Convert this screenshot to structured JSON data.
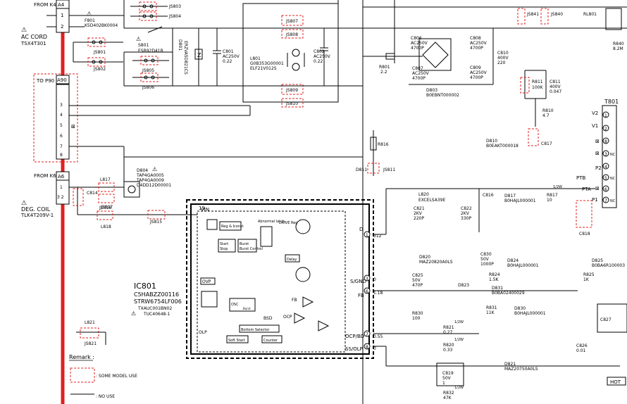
{
  "connectors": {
    "k4_from": "FROM K4",
    "a4": "A4",
    "p90_to": "TO P90",
    "a90": "A90",
    "k6_from": "FROM K6",
    "a6": "A6"
  },
  "ac_cord": {
    "name": "AC CORD",
    "part": "TSX4T301"
  },
  "deg_coil": {
    "name": "DEG. COIL",
    "part": "TLK4T209V-1"
  },
  "f801": {
    "ref": "F801",
    "part": "K5D402BK0004"
  },
  "s801": {
    "ref": "S801",
    "part": "ESB92D41B"
  },
  "d801": {
    "ref": "D801",
    "part": "ERZVA5D821CS"
  },
  "c801": {
    "ref": "C801",
    "v": "AC250V",
    "val": "0.22"
  },
  "l801": {
    "ref": "L801",
    "p1": "G0B353G00001",
    "p2": "ELF21V012S"
  },
  "c802": {
    "ref": "C802",
    "v": "AC250V",
    "val": "0.22"
  },
  "jumpers": {
    "js803": "JS803",
    "js804": "JS804",
    "js801": "JS801",
    "js802": "JS802",
    "js805": "JS805",
    "js806": "JS806",
    "js807": "JS807",
    "js808": "JS808",
    "js809": "JS809",
    "js810": "JS810",
    "js811": "JS811",
    "js817": "JS817",
    "js818": "JS818",
    "js815": "JS815",
    "js821": "JS821",
    "js840": "JS840",
    "js841": "JS841"
  },
  "coils": {
    "l817": "L817",
    "l818": "L818",
    "l821": "L821",
    "l820": "L820"
  },
  "c814": "C814",
  "d804": {
    "ref": "D804",
    "p1": "TAP4GA0005",
    "p2": "TAP4GA0009",
    "p3": "D4DD12D00001"
  },
  "c806": {
    "ref": "C806",
    "v": "AC250V",
    "val": "4700P"
  },
  "c807": {
    "ref": "C807",
    "v": "AC250V",
    "val": "4700P"
  },
  "c808": {
    "ref": "C808",
    "v": "AC250V",
    "val": "4700P"
  },
  "c809": {
    "ref": "C809",
    "v": "AC250V",
    "val": "4700P"
  },
  "r801": {
    "ref": "R801",
    "val": "2.2"
  },
  "d803": {
    "ref": "D803",
    "part": "B0EBNT000002"
  },
  "c810": {
    "ref": "C810",
    "v": "400V",
    "val": "220"
  },
  "r811": {
    "ref": "R811",
    "val": "100K"
  },
  "c811": {
    "ref": "C811",
    "v": "400V",
    "val": "0.047"
  },
  "r810": {
    "ref": "R810",
    "val": "4.7"
  },
  "d810": {
    "ref": "D810",
    "part": "B0EAKT000018"
  },
  "c817": "C817",
  "r816": "R816",
  "d811": "D811",
  "rl801": "RL801",
  "r840": {
    "ref": "R840",
    "val": "8.2M"
  },
  "t801": {
    "ref": "T801",
    "pins": [
      "1",
      "2",
      "3",
      "4",
      "5",
      "6",
      "7",
      "8",
      "9"
    ],
    "left_labels": [
      "V2",
      "V1",
      "P2",
      "PTB",
      "PTA",
      "P1"
    ],
    "nc": "NC"
  },
  "d817": {
    "ref": "D817",
    "part": "B0HAJL000001"
  },
  "r817": {
    "ref": "R817",
    "w": "1/2W",
    "val": "10"
  },
  "c816": "C816",
  "c818": "C818",
  "l820_part": "EXCELSA39E",
  "c821": {
    "ref": "C821",
    "v": "2KV",
    "val": "220P"
  },
  "c822": {
    "ref": "C822",
    "v": "2KV",
    "val": "330P"
  },
  "d820": {
    "ref": "D820",
    "part": "MAZ20820A0LS"
  },
  "c830": {
    "ref": "C830",
    "v": "50V",
    "val": "1000P"
  },
  "c825": {
    "ref": "C825",
    "v": "50V",
    "val": "470P"
  },
  "r824": {
    "ref": "R824",
    "val": "1.5K"
  },
  "d824": {
    "ref": "D824",
    "part": "B0HAJL000001"
  },
  "d823": "D823",
  "d831": {
    "ref": "D831",
    "part": "B0BA02400029"
  },
  "r831": {
    "ref": "R831",
    "val": "11K"
  },
  "d830": {
    "ref": "D830",
    "part": "B0HAJL000001"
  },
  "d825": {
    "ref": "D825",
    "part": "B0BA6R100003"
  },
  "r825": {
    "ref": "R825",
    "val": "1K"
  },
  "c827": "C827",
  "c826": {
    "ref": "C826",
    "val": "0.01"
  },
  "r830": {
    "ref": "R830",
    "val": "100"
  },
  "r821": {
    "ref": "R821",
    "w": "1/2W",
    "val": "0.27"
  },
  "r820": {
    "ref": "R820",
    "w": "1/2W",
    "val": "0.33"
  },
  "c819": {
    "ref": "C819",
    "v": "50V",
    "val": "1"
  },
  "d821": {
    "ref": "D821",
    "part": "MAZ20750A0LS"
  },
  "r832": {
    "ref": "R832",
    "w": "1/2W",
    "val": "47K"
  },
  "ic801": {
    "ref": "IC801",
    "p1": "C5HABZZ00116",
    "p2": "STRW6754LF006",
    "p3": "TXAUC001BN02",
    "p4": "TUC40648-1",
    "pins": {
      "p19": "19",
      "p1": "1",
      "p3": "3",
      "p6": "6",
      "p7": "7",
      "p8": "8"
    },
    "pin_labels": {
      "vin": "VIN",
      "d": "D",
      "sgnd": "S/GND",
      "fb": "FB",
      "ocpbd": "OCP/BD",
      "ssolp": "SS/OLP",
      "ovp": "OVP",
      "olp": "OLP"
    },
    "volts": {
      "v312": "312",
      "v0a": "0",
      "v118": "1.18",
      "v055": "0.55",
      "v0b": "0"
    },
    "blocks": {
      "start": "Start",
      "stop": "Stop",
      "reg_iconst": "Reg & Iconst",
      "burst_control": "Burst Control",
      "abnormal": "Abnormal latch",
      "drive_reg": "DRIVE Reg",
      "delay": "Delay",
      "osc": "OSC",
      "burst_label": "Burst",
      "bsd": "BSD",
      "ocp": "OCP",
      "fb": "FB",
      "bottom_selector": "Bottom Selector",
      "counter": "Counter",
      "soft_start": "Soft Start"
    }
  },
  "remark": {
    "title": "Remark :",
    "some_model": ": SOME MODEL USE",
    "no_use": ": NO USE"
  },
  "hot": "HOT",
  "misc": {
    "v2": "V2",
    "v1": "V1",
    "pta": "PTA",
    "ptb": "PTB",
    "p1": "P1",
    "p2": "P2"
  }
}
